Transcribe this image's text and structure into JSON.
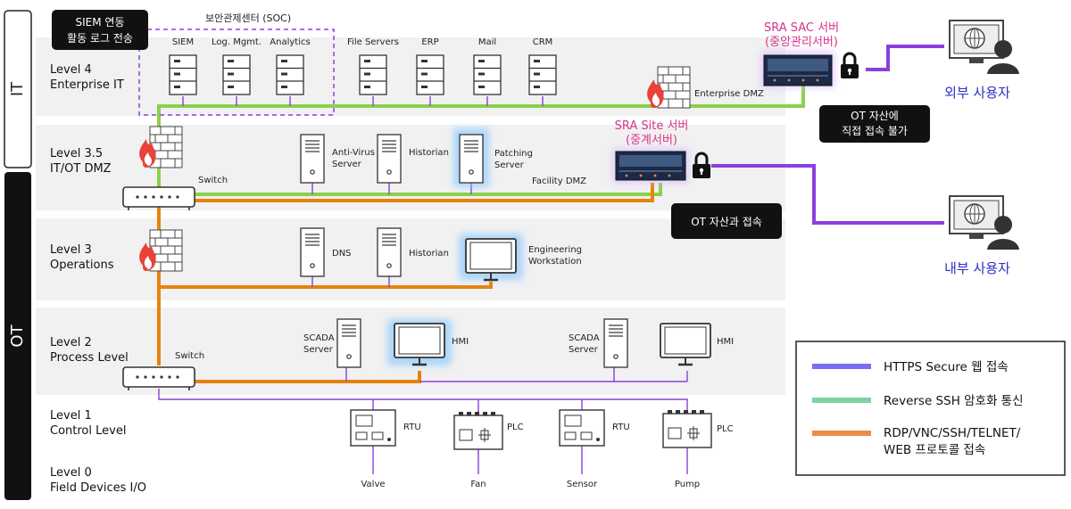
{
  "zones": {
    "it": "IT",
    "ot": "OT"
  },
  "levels": {
    "l4": {
      "num": "Level 4",
      "name": "Enterprise IT"
    },
    "l35": {
      "num": "Level 3.5",
      "name": "IT/OT DMZ"
    },
    "l3": {
      "num": "Level 3",
      "name": "Operations"
    },
    "l2": {
      "num": "Level 2",
      "name": "Process Level"
    },
    "l1": {
      "num": "Level 1",
      "name": "Control Level"
    },
    "l0": {
      "num": "Level 0",
      "name": "Field Devices I/O"
    }
  },
  "soc": {
    "title": "보안관제센터 (SOC)",
    "callout": [
      "SIEM 연동",
      "활동 로그 전송"
    ],
    "servers": [
      "SIEM",
      "Log. Mgmt.",
      "Analytics"
    ]
  },
  "enterprise_servers": [
    "File Servers",
    "ERP",
    "Mail",
    "CRM"
  ],
  "enterprise_dmz": "Enterprise DMZ",
  "facility_dmz": "Facility DMZ",
  "switch": "Switch",
  "sac": {
    "title": [
      "SRA SAC 서버",
      "(중앙관리서버)"
    ],
    "callout": [
      "OT 자산에",
      "직접 접속 불가"
    ]
  },
  "site": {
    "title": [
      "SRA Site 서버",
      "(중계서버)"
    ],
    "callout": "OT 자산과 접속"
  },
  "external_user": "외부 사용자",
  "internal_user": "내부 사용자",
  "dmz_servers": {
    "antivirus": [
      "Anti-Virus",
      "Server"
    ],
    "historian": "Historian",
    "patching": [
      "Patching",
      "Server"
    ]
  },
  "ops": {
    "dns": "DNS",
    "historian": "Historian",
    "eng": [
      "Engineering",
      "Workstation"
    ]
  },
  "process": {
    "scada": [
      "SCADA",
      "Server"
    ],
    "hmi": "HMI"
  },
  "control": {
    "rtu": "RTU",
    "plc": "PLC"
  },
  "field": [
    "Valve",
    "Fan",
    "Sensor",
    "Pump"
  ],
  "legend": {
    "items": [
      {
        "color": "#7b6cf6",
        "label": [
          "HTTPS Secure 웹 접속"
        ]
      },
      {
        "color": "#7dd3a0",
        "label": [
          "Reverse SSH 암호화 통신"
        ]
      },
      {
        "color": "#f08a4b",
        "label": [
          "RDP/VNC/SSH/TELNET/",
          "WEB 프로토콜 접속"
        ]
      }
    ]
  },
  "colors": {
    "https": "#7b3ff5",
    "ssh": "#8bd04b",
    "proto": "#e8820f",
    "purple_line": "#8a3fe0",
    "firewall": "#e8423a"
  }
}
